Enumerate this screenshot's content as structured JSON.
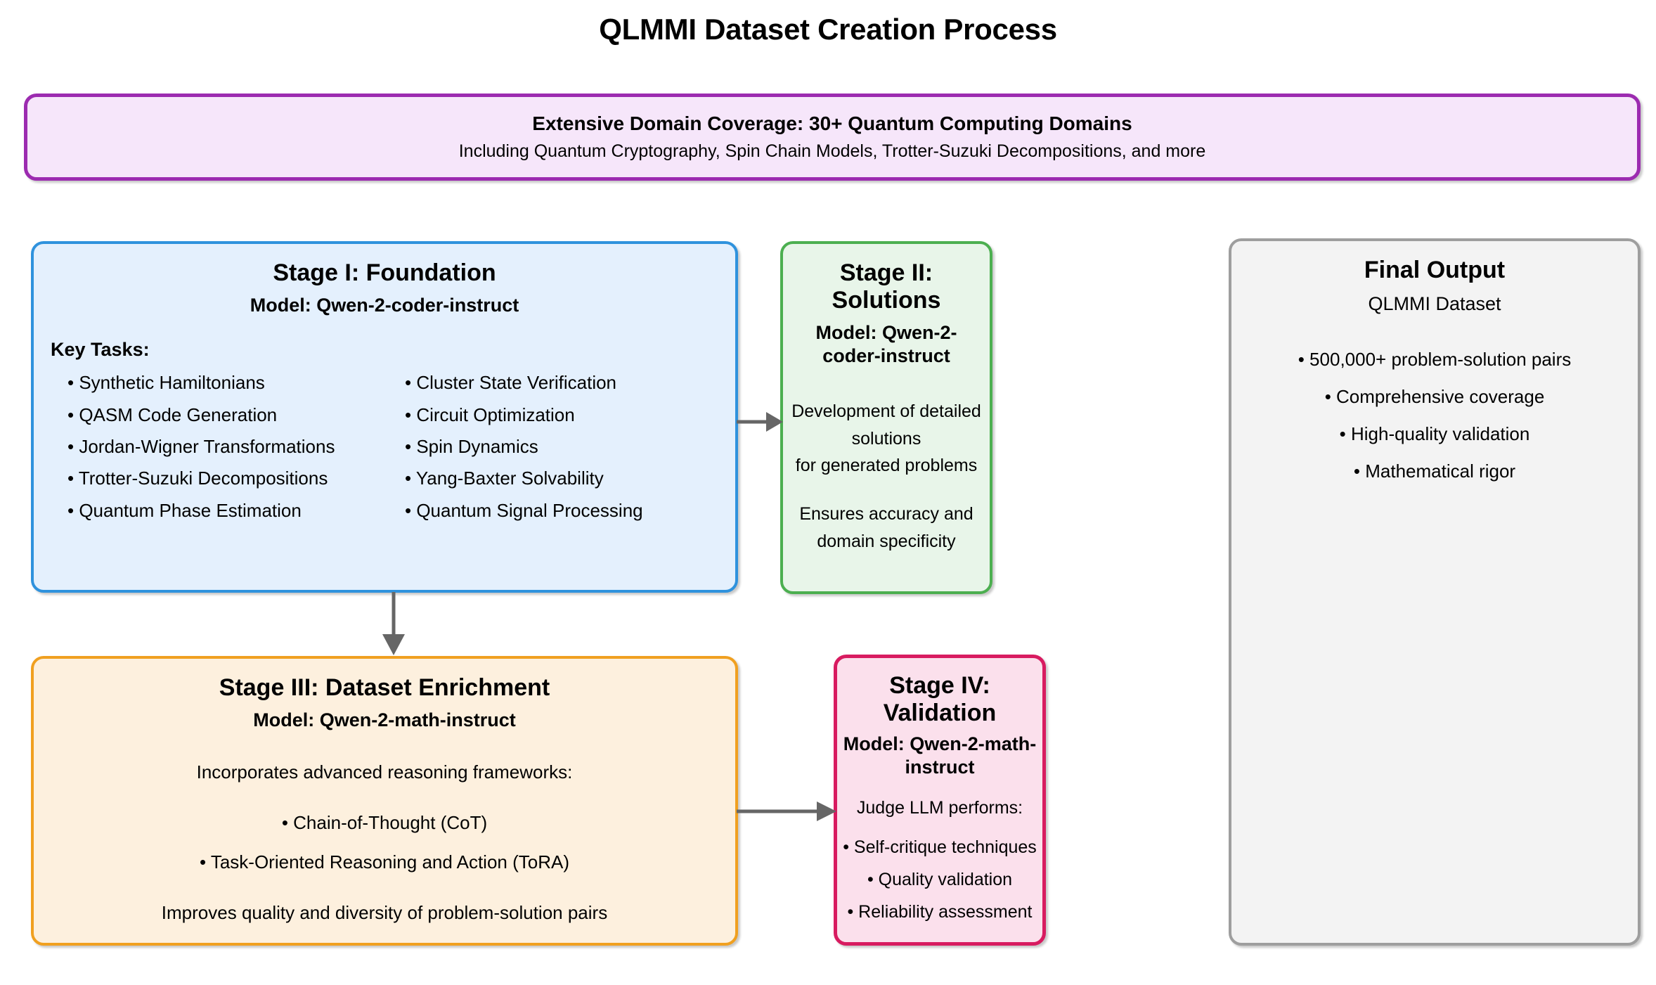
{
  "page": {
    "title": "QLMMI Dataset Creation Process"
  },
  "banner": {
    "heading": "Extensive Domain Coverage: 30+ Quantum Computing Domains",
    "subheading": "Including Quantum Cryptography, Spin Chain Models, Trotter-Suzuki Decompositions, and more",
    "border_color": "#9c2bb0",
    "fill_color": "#f6e6fa"
  },
  "stage1": {
    "title": "Stage I: Foundation",
    "model": "Model: Qwen-2-coder-instruct",
    "tasks_label": "Key Tasks:",
    "tasks_left": [
      "• Synthetic Hamiltonians",
      "• QASM Code Generation",
      "• Jordan-Wigner Transformations",
      "• Trotter-Suzuki Decompositions",
      "• Quantum Phase Estimation"
    ],
    "tasks_right": [
      "• Cluster State Verification",
      "• Circuit Optimization",
      "• Spin Dynamics",
      "• Yang-Baxter Solvability",
      "• Quantum Signal Processing"
    ],
    "border_color": "#2f92dd",
    "fill_color": "#e4f0fd"
  },
  "stage2": {
    "title": "Stage II: Solutions",
    "model": "Model: Qwen-2-coder-instruct",
    "para1_line1": "Development of detailed solutions",
    "para1_line2": "for generated problems",
    "para2_line1": "Ensures accuracy and",
    "para2_line2": "domain specificity",
    "border_color": "#4caf50",
    "fill_color": "#e8f5e9"
  },
  "stage3": {
    "title": "Stage III: Dataset Enrichment",
    "model": "Model: Qwen-2-math-instruct",
    "lead": "Incorporates advanced reasoning frameworks:",
    "bullet1": "• Chain-of-Thought (CoT)",
    "bullet2": "• Task-Oriented Reasoning and Action (ToRA)",
    "tail": "Improves quality and diversity of problem-solution pairs",
    "border_color": "#f0a020",
    "fill_color": "#fdf0de"
  },
  "stage4": {
    "title": "Stage IV: Validation",
    "model": "Model: Qwen-2-math-instruct",
    "lead": "Judge LLM performs:",
    "bullets": [
      "• Self-critique techniques",
      "• Quality validation",
      "• Reliability assessment"
    ],
    "border_color": "#d81b60",
    "fill_color": "#fbe0ec"
  },
  "final_output": {
    "title": "Final Output",
    "subtitle": "QLMMI Dataset",
    "bullets": [
      "• 500,000+ problem-solution pairs",
      "• Comprehensive coverage",
      "• High-quality validation",
      "• Mathematical rigor"
    ],
    "border_color": "#9e9e9e",
    "fill_color": "#f3f3f3"
  },
  "arrows": {
    "color": "#666666",
    "stage1_to_stage2": "arrow-right",
    "stage1_to_stage3": "arrow-down",
    "stage3_to_stage4": "arrow-right"
  }
}
